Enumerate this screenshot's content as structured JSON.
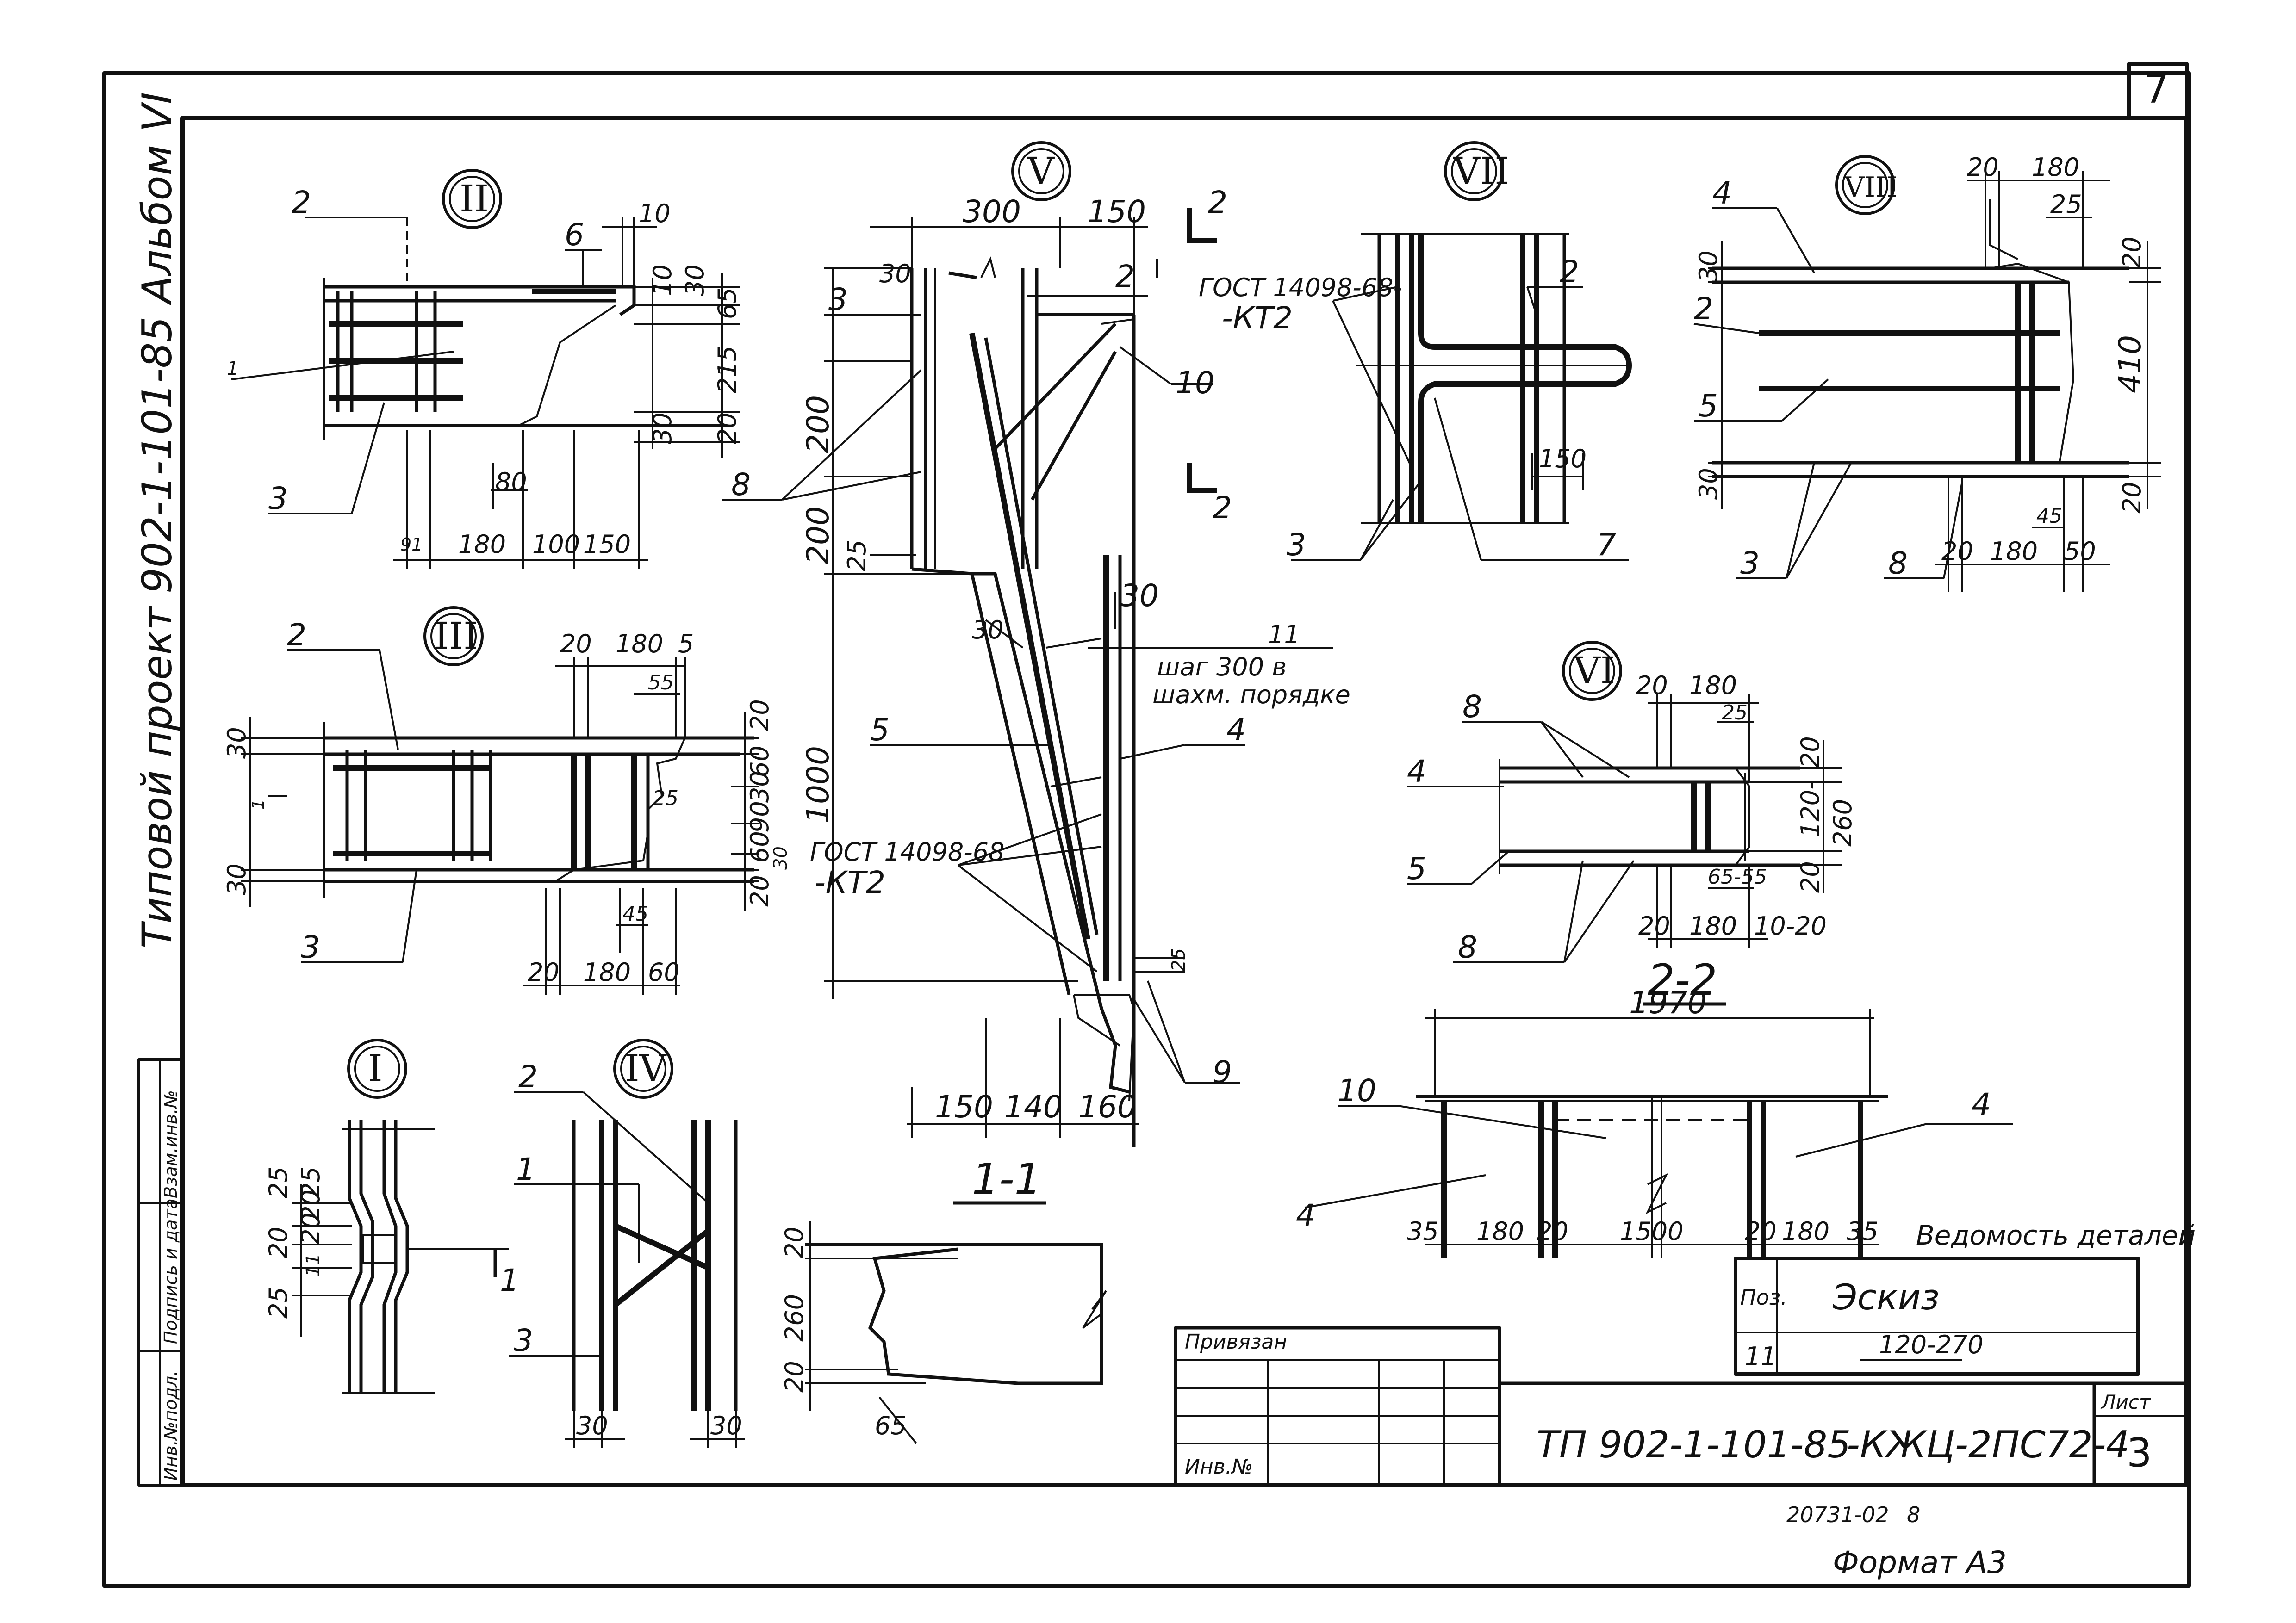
{
  "sheet": {
    "sheet_corner_number": "7",
    "side_caption": "Типовой проект 902-1-101-85 Альбом VI",
    "bottom_code": "20731-02",
    "bottom_code_suffix": "8",
    "format_label": "Формат А3"
  },
  "stamp": {
    "side_columns": [
      "Инв.№подл.",
      "Подпись и дата",
      "Взам.инв.№"
    ],
    "privyazan_label": "Привязан",
    "inv_label": "Инв.№",
    "designation": "ТП 902-1-101-85",
    "designation_suffix": "-КЖЦ-2ПС72-4",
    "sheet_label": "Лист",
    "sheet_number": "3"
  },
  "details_table": {
    "title": "Ведомость деталей",
    "col_pos": "Поз.",
    "col_sketch": "Эскиз",
    "row_pos": "11",
    "row_sketch": "120-270"
  },
  "view_II": {
    "label": "II",
    "callouts": [
      "2",
      "6",
      "1",
      "3"
    ],
    "dims_top": [
      "10"
    ],
    "dims_right": [
      "10",
      "30",
      "65",
      "215",
      "30",
      "20"
    ],
    "dims_bottom": [
      "91",
      "180",
      "100",
      "150"
    ],
    "dim_mid": "80"
  },
  "view_III": {
    "label": "III",
    "callouts": [
      "2",
      "3",
      "1"
    ],
    "dims_top": [
      "20",
      "180",
      "5",
      "55"
    ],
    "dims_right": [
      "20",
      "60",
      "30",
      "90",
      "60",
      "30",
      "20"
    ],
    "dims_left": [
      "30",
      "30"
    ],
    "dims_inner": [
      "25",
      "45"
    ],
    "dims_bottom": [
      "20",
      "180",
      "60"
    ]
  },
  "view_I": {
    "label": "I",
    "dims_left": [
      "25",
      "20",
      "20",
      "25",
      "25",
      "20",
      "11"
    ],
    "section_mark": "1"
  },
  "view_IV": {
    "label": "IV",
    "callouts": [
      "2",
      "1",
      "3"
    ],
    "dims_bottom": [
      "30",
      "30"
    ]
  },
  "view_V": {
    "label": "V",
    "callouts": [
      "3",
      "2",
      "10",
      "8",
      "5",
      "4",
      "9",
      "11"
    ],
    "dims_top": [
      "300",
      "150"
    ],
    "dims_left": [
      "200",
      "200",
      "1000",
      "30",
      "25"
    ],
    "dims_inner": [
      "30",
      "30",
      "25"
    ],
    "dims_bottom": [
      "150",
      "140",
      "160"
    ],
    "note_11": [
      "шаг 300 в",
      "шахм. порядке"
    ],
    "gost_1": "ГОСТ 14098-68",
    "gost_1b": "-КТ2",
    "section_title": "1-1",
    "cut_marks": [
      "2",
      "2"
    ]
  },
  "view_VII": {
    "label": "VII",
    "callouts": [
      "2",
      "3",
      "7"
    ],
    "gost": "ГОСТ 14098-68-",
    "gost_b": "-КТ2",
    "dims": [
      "150"
    ]
  },
  "view_VIII": {
    "label": "VIII",
    "callouts": [
      "4",
      "2",
      "5",
      "3",
      "8"
    ],
    "dims_top": [
      "20",
      "180",
      "25"
    ],
    "dims_right": [
      "20",
      "410",
      "20"
    ],
    "dims_left": [
      "30",
      "30"
    ],
    "dims_bottom": [
      "20",
      "180",
      "50",
      "45"
    ]
  },
  "view_VI": {
    "label": "VI",
    "callouts": [
      "8",
      "4",
      "5",
      "8"
    ],
    "dims_top": [
      "20",
      "180",
      "25"
    ],
    "dims_right": [
      "20",
      "120-",
      "260",
      "20"
    ],
    "dims_bottom": [
      "20",
      "180",
      "10-20"
    ],
    "dim_mid": "65-55"
  },
  "view_22": {
    "title": "2-2",
    "dims_top": [
      "1970"
    ],
    "callouts": [
      "10",
      "4",
      "4"
    ],
    "dims_bottom": [
      "35",
      "180",
      "20",
      "1500",
      "20",
      "180",
      "35"
    ]
  },
  "view_11": {
    "dims_left": [
      "20",
      "260",
      "20"
    ],
    "dim_bottom": "65"
  },
  "icons": {
    "circle_label": "view-mark-circle-icon",
    "break_mark": "break-line-icon"
  }
}
